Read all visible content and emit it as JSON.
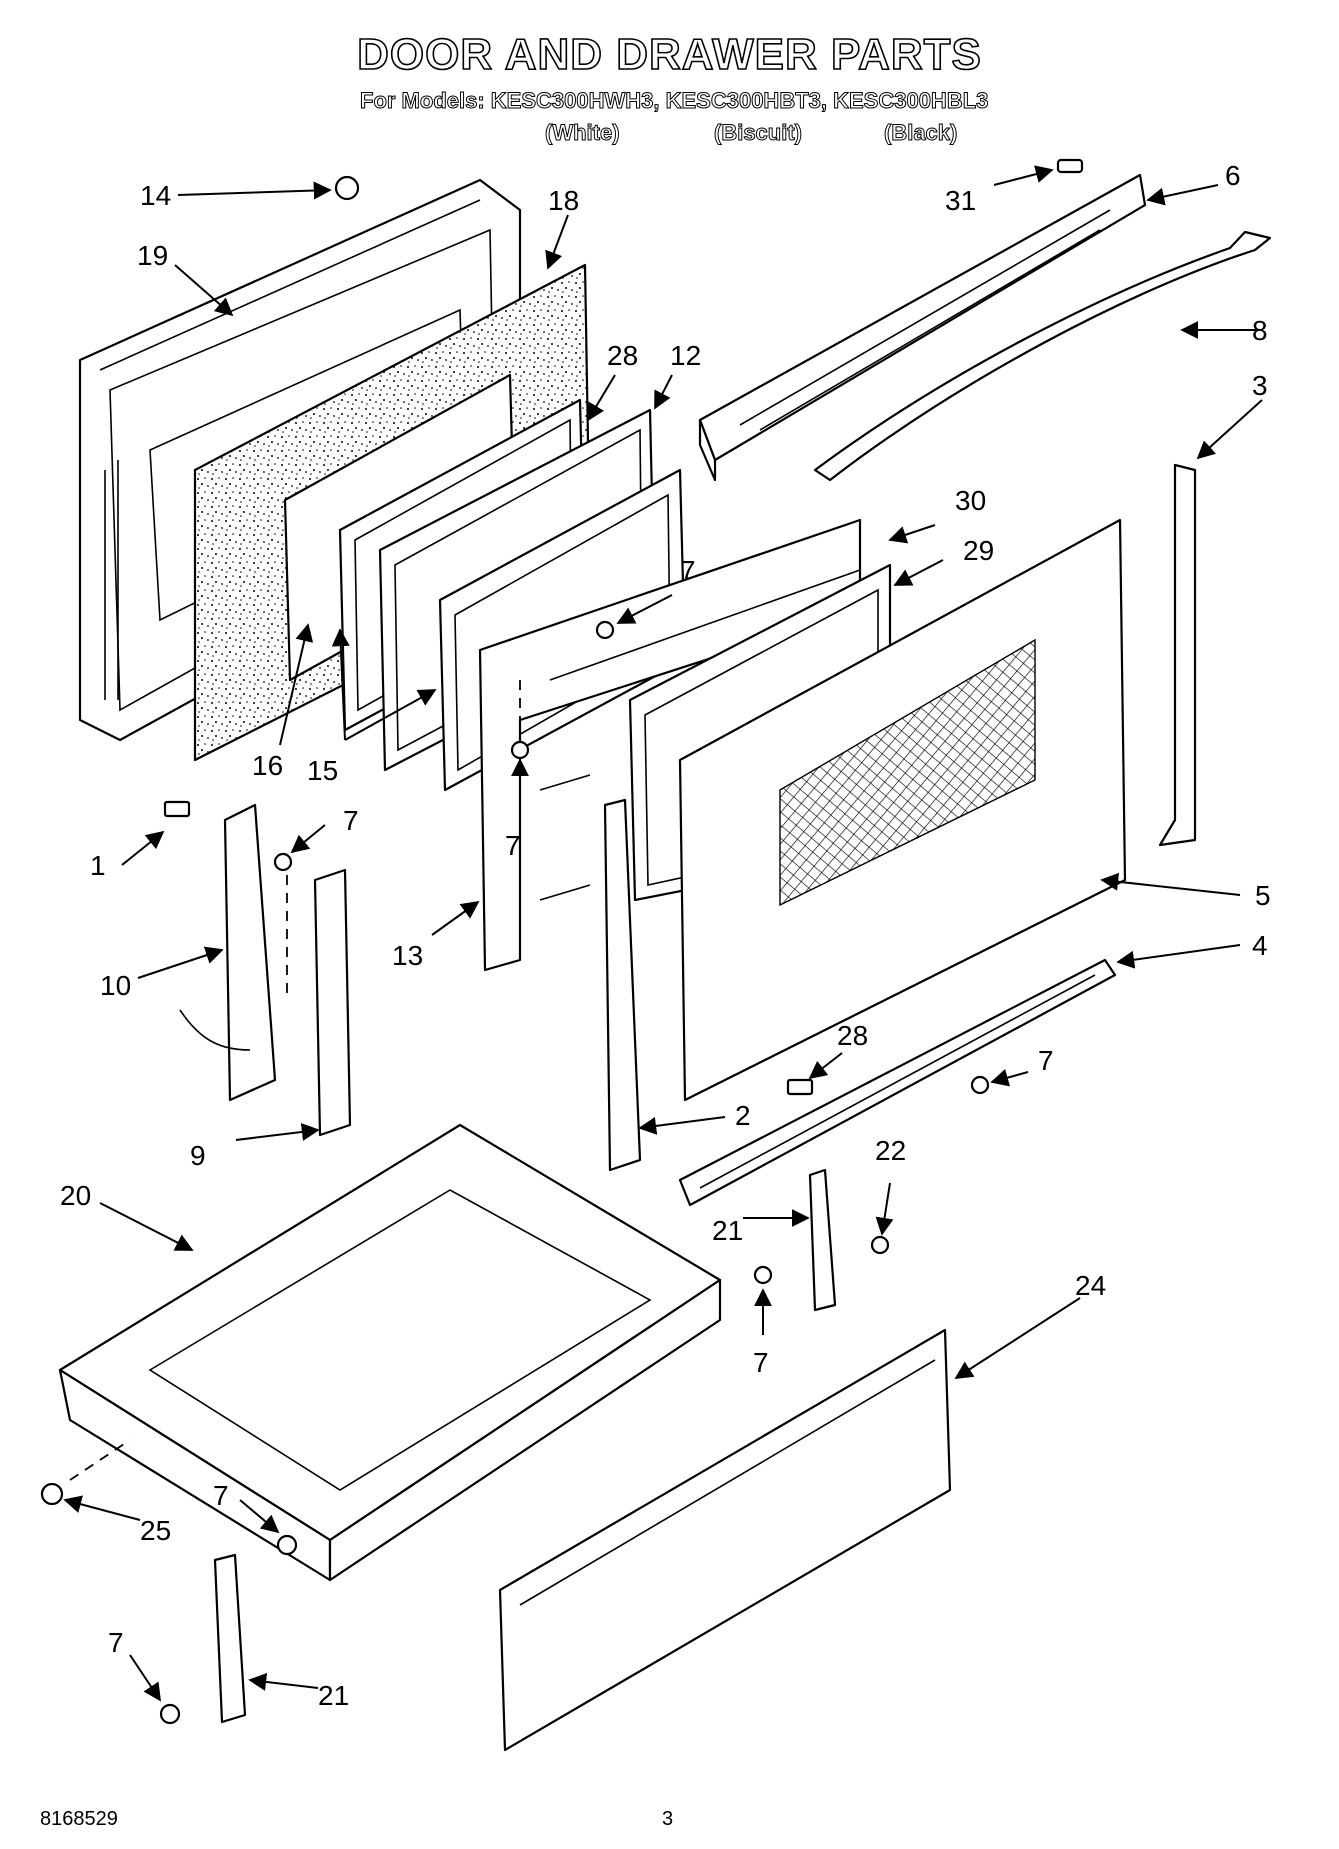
{
  "header": {
    "title": "DOOR AND DRAWER PARTS",
    "models_line": "For Models: KESC300HWH3, KESC300HBT3, KESC300HBL3",
    "colors": [
      "(White)",
      "(Biscuit)",
      "(Black)"
    ]
  },
  "callouts": {
    "c14": "14",
    "c19": "19",
    "c18": "18",
    "c31": "31",
    "c6": "6",
    "c8": "8",
    "c3": "3",
    "c28a": "28",
    "c12": "12",
    "c30": "30",
    "c29": "29",
    "c7a": "7",
    "c16": "16",
    "c15": "15",
    "c1": "1",
    "c7b": "7",
    "c7c": "7",
    "c10": "10",
    "c13": "13",
    "c5": "5",
    "c4": "4",
    "c28b": "28",
    "c7d": "7",
    "c2": "2",
    "c9": "9",
    "c22": "22",
    "c20": "20",
    "c21a": "21",
    "c7e": "7",
    "c24": "24",
    "c7f": "7",
    "c25": "25",
    "c7g": "7",
    "c21b": "21"
  },
  "footer": {
    "doc_number": "8168529",
    "page": "3"
  }
}
